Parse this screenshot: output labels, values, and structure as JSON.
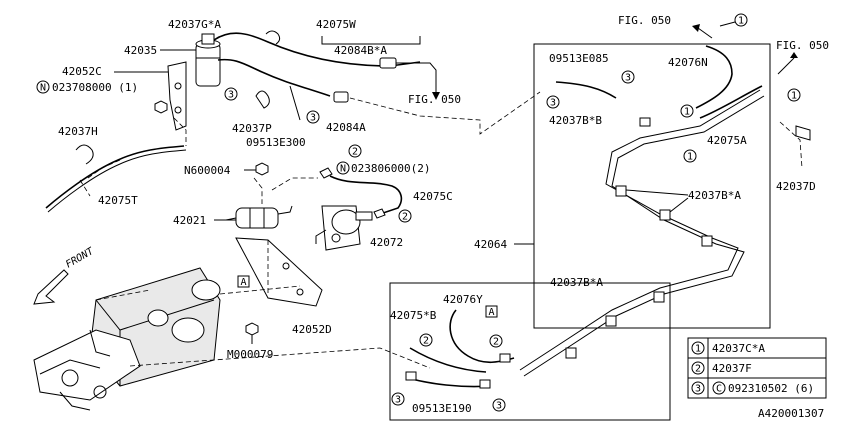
{
  "labels": {
    "p42037G_A": "42037G*A",
    "p42075W": "42075W",
    "p42035": "42035",
    "p42084B_A": "42084B*A",
    "p42052C": "42052C",
    "pN023708000": "023708000 (1)",
    "pFig050_a": "FIG. 050",
    "p42037P": "42037P",
    "p09513E300": "09513E300",
    "p42084A": "42084A",
    "p42037H": "42037H",
    "p42075T": "42075T",
    "pN600004": "N600004",
    "pN023806000": "023806000(2)",
    "p42075C": "42075C",
    "p42021": "42021",
    "p42072": "42072",
    "p42064": "42064",
    "pFront": "FRONT",
    "p42052D": "42052D",
    "pM000079": "M000079",
    "pFig050_b": "FIG. 050",
    "pFig050_c": "FIG. 050",
    "p09513E085": "09513E085",
    "p42076N": "42076N",
    "p42037B_B": "42037B*B",
    "p42075A": "42075A",
    "p42037D": "42037D",
    "p42037B_A_1": "42037B*A",
    "p42037B_A_2": "42037B*A",
    "p42076Y": "42076Y",
    "p42075_B": "42075*B",
    "p09513E190": "09513E190",
    "p42037C_A": "42037C*A",
    "p42037F": "42037F",
    "p092310502": "092310502 (6)",
    "diagramId": "A420001307"
  },
  "markers": {
    "circle1": "1",
    "circle2": "2",
    "circle3": "3",
    "circleN": "N",
    "circleC": "C",
    "boxA": "A"
  }
}
